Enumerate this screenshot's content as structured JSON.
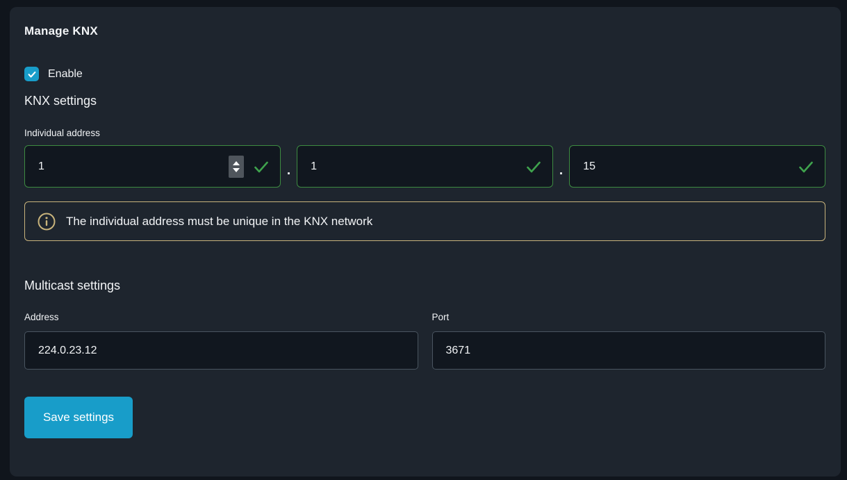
{
  "panel": {
    "title": "Manage KNX",
    "enable": {
      "label": "Enable",
      "checked": true
    },
    "knx_settings_heading": "KNX settings",
    "individual_address": {
      "label": "Individual address",
      "separator": ".",
      "fields": [
        {
          "value": "1",
          "valid": true,
          "has_spinner": true
        },
        {
          "value": "1",
          "valid": true,
          "has_spinner": false
        },
        {
          "value": "15",
          "valid": true,
          "has_spinner": false
        }
      ],
      "info_message": "The individual address must be unique in the KNX network"
    },
    "multicast": {
      "heading": "Multicast settings",
      "address_label": "Address",
      "address_value": "224.0.23.12",
      "port_label": "Port",
      "port_value": "3671"
    },
    "save_button_label": "Save settings"
  },
  "icons": {
    "checkbox": "check-icon",
    "field_valid": "check-icon",
    "spinner": "up-down-arrows-icon",
    "info": "info-circle-icon"
  },
  "colors": {
    "page_background": "#10151c",
    "panel_background": "#1e252e",
    "input_background": "#11171f",
    "valid_border_green": "#3d8b41",
    "check_green": "#3fa34d",
    "info_gold": "#c9b47c",
    "accent_blue": "#189dc9",
    "input_border_gray": "#4a5560",
    "text": "#f2f4f6"
  }
}
